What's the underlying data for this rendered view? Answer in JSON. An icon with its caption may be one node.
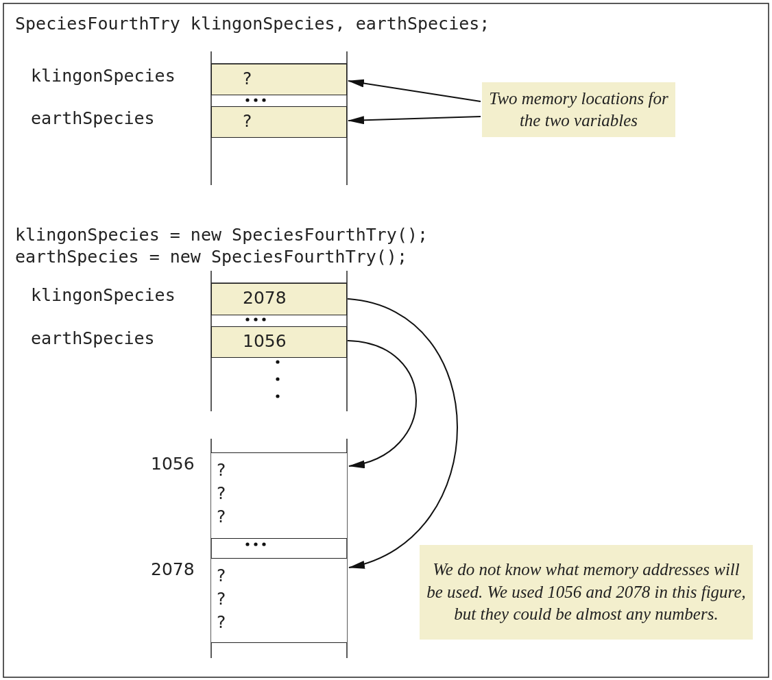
{
  "diagram": {
    "nodes": [
      {
        "text": [
          "Two memory locations for the two variables"
        ]
      },
      {
        "text": [
          "?"
        ],
        "beside": [
          "klingonSpecies"
        ]
      },
      {
        "text": [
          "?"
        ],
        "beside": [
          "earthSpecies"
        ]
      },
      {
        "text": [
          "2078"
        ],
        "beside": [
          "klingonSpecies"
        ]
      },
      {
        "text": [
          "1056"
        ],
        "beside": [
          "earthSpecies"
        ]
      },
      {
        "text": [
          "?",
          "?",
          "?"
        ],
        "beside": [
          "1056"
        ]
      },
      {
        "text": [
          "?",
          "?",
          "?"
        ],
        "beside": [
          "2078"
        ]
      },
      {
        "text": [
          "We do not know what memory addresses will be used. We used 1056 and 2078 in this figure, but they could be almost any numbers."
        ]
      }
    ],
    "edges": [
      {
        "from": 0,
        "to": 1,
        "arrow": "to"
      },
      {
        "from": 0,
        "to": 2,
        "arrow": "to"
      },
      {
        "from": 3,
        "to": 6,
        "arrow": "to"
      },
      {
        "from": 4,
        "to": 5,
        "arrow": "to"
      }
    ],
    "labels": [
      "SpeciesFourthTry klingonSpecies, earthSpecies;",
      "klingonSpecies = new SpeciesFourthTry();",
      "earthSpecies = new SpeciesFourthTry();"
    ]
  }
}
